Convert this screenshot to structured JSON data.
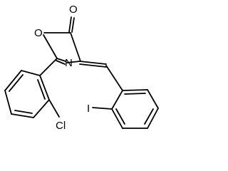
{
  "atoms": {
    "carbonyl_oxygen": "O",
    "ring_oxygen": "O",
    "ring_nitrogen": "N",
    "chlorine": "Cl",
    "iodine": "I"
  }
}
